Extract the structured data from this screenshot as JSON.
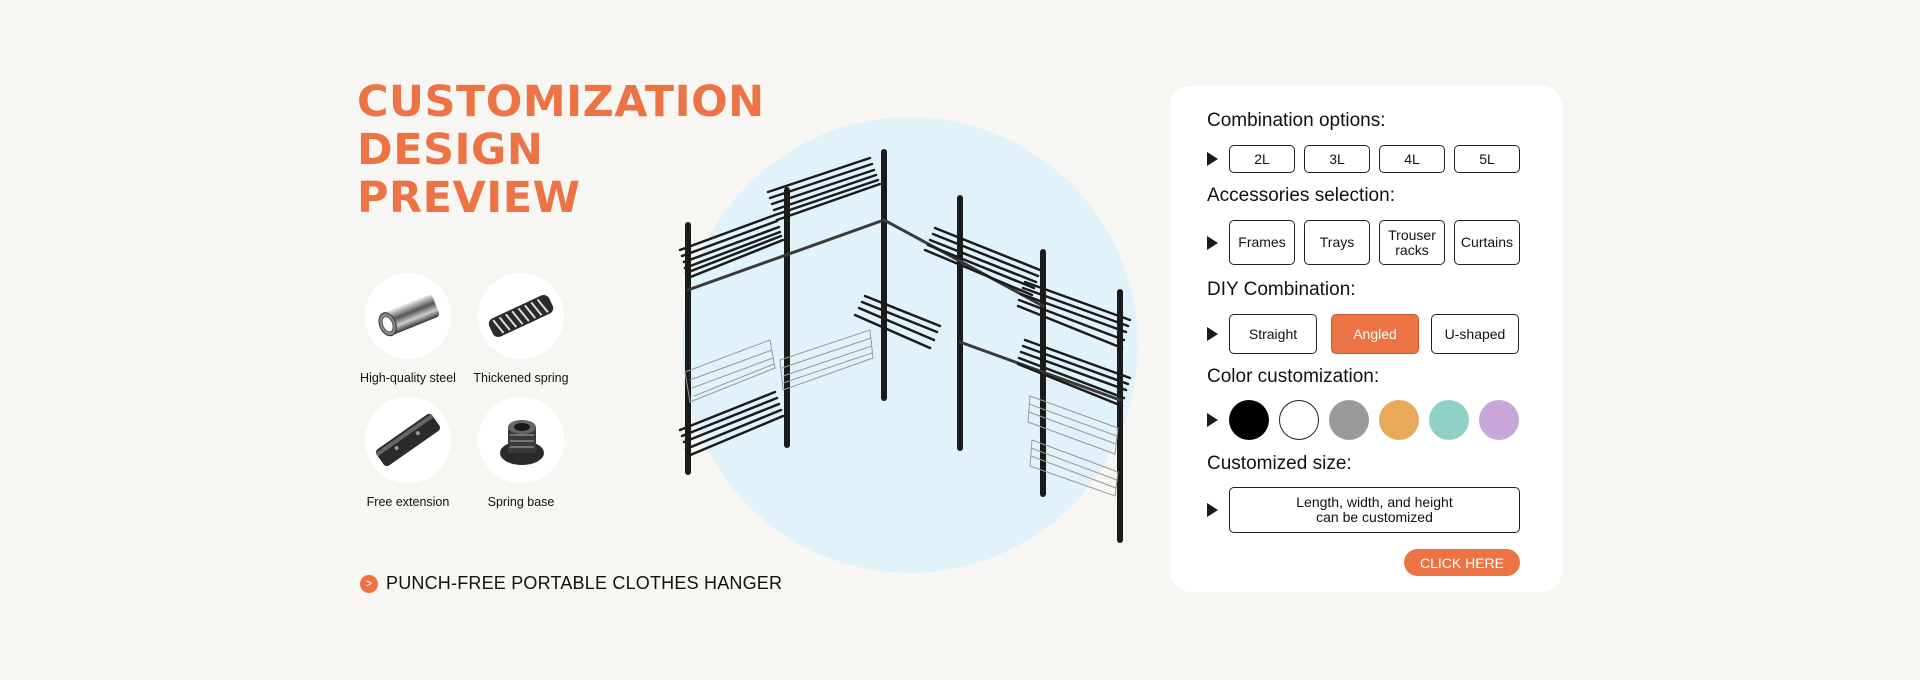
{
  "heading": {
    "line1": "CUSTOMIZATION",
    "line2": "DESIGN",
    "line3": "PREVIEW"
  },
  "features": [
    {
      "label": "High-quality steel",
      "icon": "steel-tube-icon"
    },
    {
      "label": "Thickened spring",
      "icon": "spring-icon"
    },
    {
      "label": "Free extension",
      "icon": "extension-tube-icon"
    },
    {
      "label": "Spring base",
      "icon": "spring-base-icon"
    }
  ],
  "tagline": {
    "text": "PUNCH-FREE PORTABLE CLOTHES HANGER",
    "icon": "chevron-right-icon"
  },
  "product": {
    "icon": "clothes-rack-illustration"
  },
  "panel": {
    "combination": {
      "title": "Combination options:",
      "options": [
        "2L",
        "3L",
        "4L",
        "5L"
      ]
    },
    "accessories": {
      "title": "Accessories selection:",
      "options": [
        "Frames",
        "Trays",
        "Trouser racks",
        "Curtains"
      ]
    },
    "diy": {
      "title": "DIY Combination:",
      "options": [
        "Straight",
        "Angled",
        "U-shaped"
      ],
      "selected": "Angled"
    },
    "color": {
      "title": "Color customization:",
      "swatches": [
        "#000000",
        "#ffffff",
        "#9a9a9a",
        "#e8a95a",
        "#8fd1c5",
        "#c8a6d9"
      ]
    },
    "size": {
      "title": "Customized size:",
      "text_line1": "Length, width, and height",
      "text_line2": "can be customized"
    },
    "cta": "CLICK HERE"
  },
  "colors": {
    "accent": "#ec7444",
    "page_bg": "#f7f6f2",
    "halo": "#e2f2fa"
  }
}
